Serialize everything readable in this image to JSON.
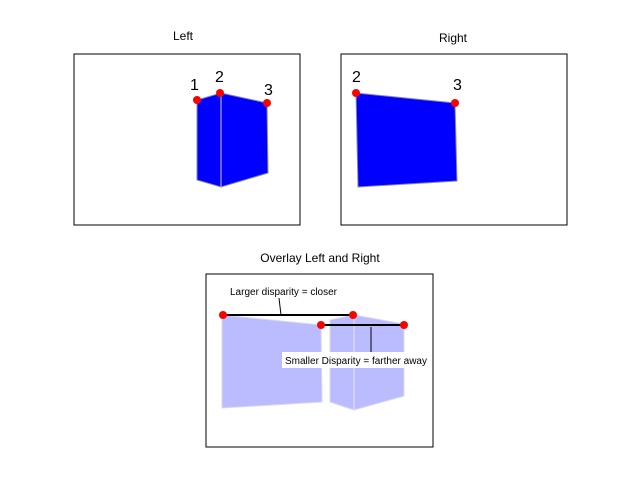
{
  "panels": {
    "left": {
      "title": "Left",
      "point_labels": [
        "1",
        "2",
        "3"
      ]
    },
    "right": {
      "title": "Right",
      "point_labels": [
        "2",
        "3"
      ]
    },
    "overlay": {
      "title": "Overlay Left and Right",
      "annotation_closer": "Larger disparity = closer",
      "annotation_farther": "Smaller Disparity = farther away"
    }
  },
  "colors": {
    "shape": "#0000ff",
    "shape_overlay": "#bbbbff",
    "point": "#ff0000",
    "frame": "#000000"
  }
}
